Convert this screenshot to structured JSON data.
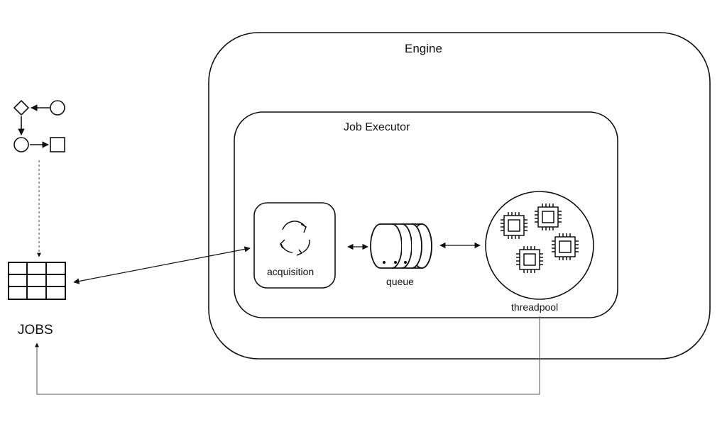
{
  "labels": {
    "engine": "Engine",
    "job_executor": "Job Executor",
    "acquisition": "acquisition",
    "queue": "queue",
    "threadpool": "threadpool",
    "jobs": "JOBS"
  },
  "colors": {
    "stroke": "#111111",
    "background": "#ffffff",
    "dotted_line": "#444444"
  },
  "icons": {
    "workflow": "workflow-shapes-icon",
    "jobs_table": "table-grid-icon",
    "acquisition": "refresh-cycle-icon",
    "queue": "queue-cylinder-icon",
    "threadpool": "cpu-chip-icon"
  }
}
